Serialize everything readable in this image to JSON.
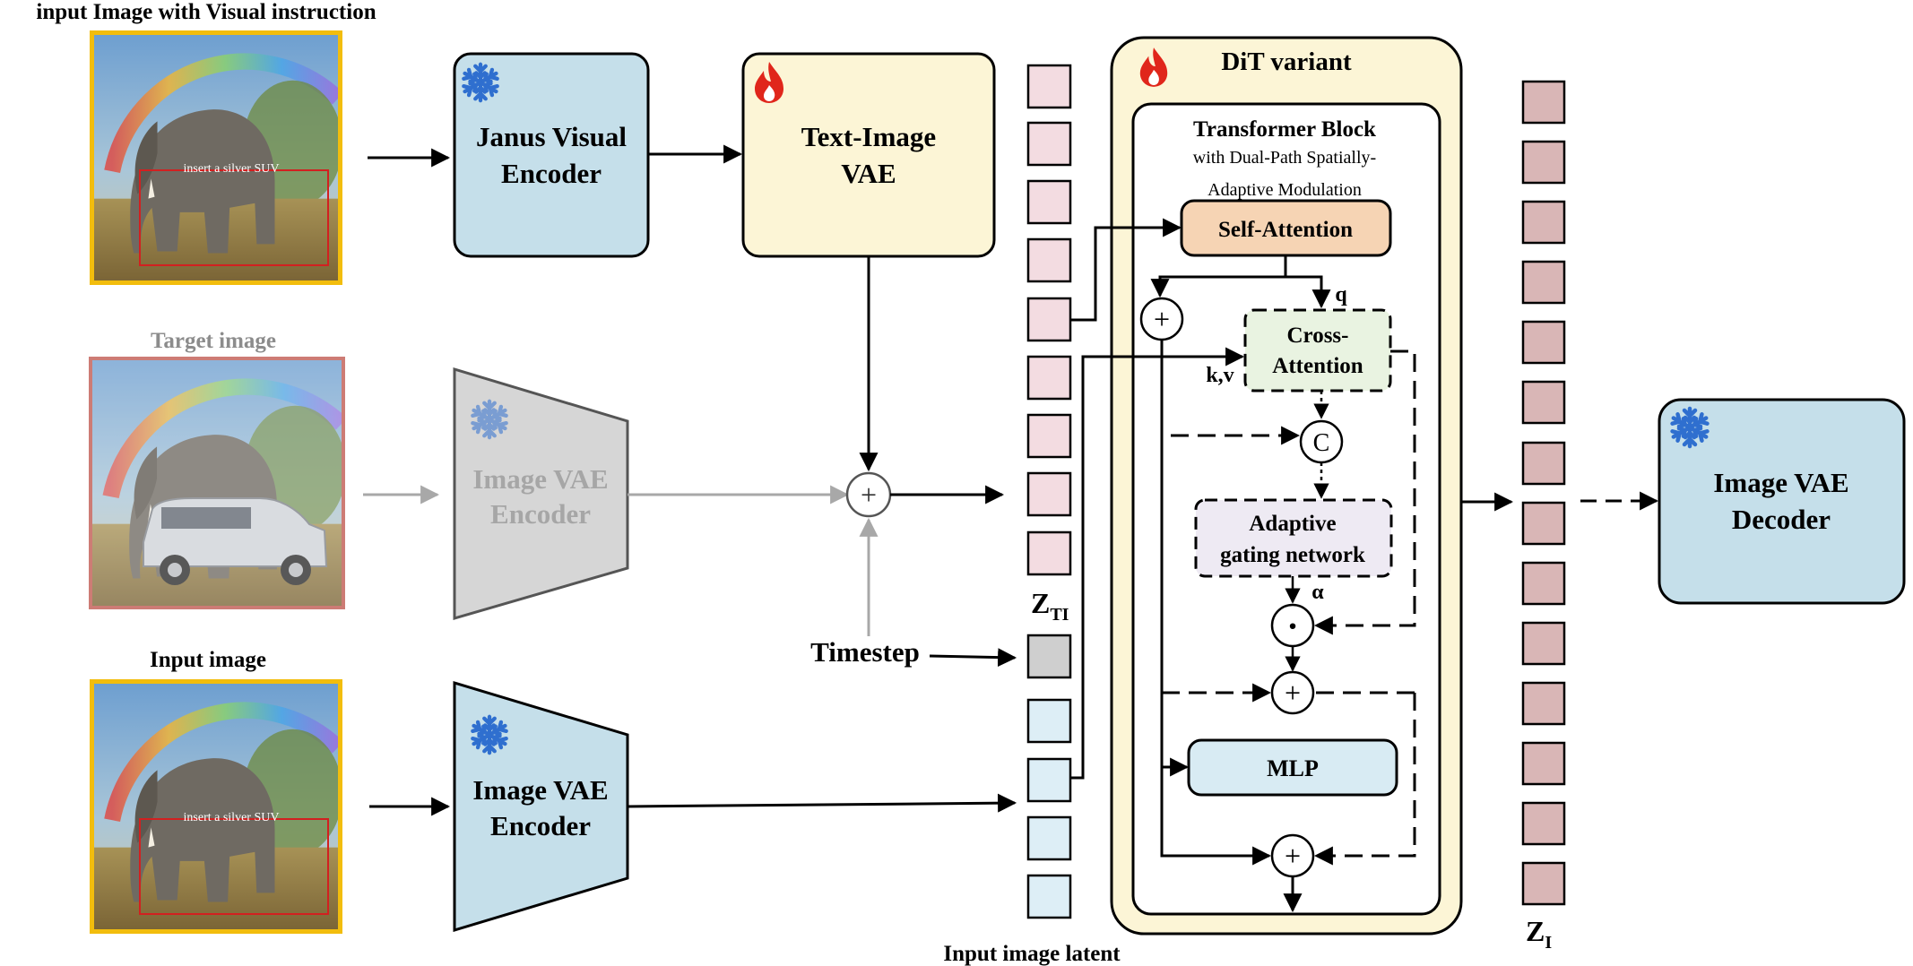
{
  "labels": {
    "input_visual_title": "input Image with Visual instruction",
    "target_title": "Target image",
    "input_title": "Input image",
    "overlay_caption": "insert a silver SUV",
    "janus_line1": "Janus Visual",
    "janus_line2": "Encoder",
    "tivae_line1": "Text-Image",
    "tivae_line2": "VAE",
    "vae_enc_line1": "Image VAE",
    "vae_enc_line2": "Encoder",
    "timestep": "Timestep",
    "z_ti_main": "Z",
    "z_ti_sub": "TI",
    "input_latent": "Input image latent",
    "dit_title": "DiT variant",
    "tb_title": "Transformer Block",
    "tb_sub1": "with Dual-Path Spatially-",
    "tb_sub2": "Adaptive Modulation",
    "self_attention": "Self-Attention",
    "q": "q",
    "kv": "k,v",
    "cross_line1": "Cross-",
    "cross_line2": "Attention",
    "concat": "C",
    "gating_line1": "Adaptive",
    "gating_line2": "gating network",
    "alpha": "α",
    "dot": "·",
    "plus": "+",
    "mlp": "MLP",
    "z_i_main": "Z",
    "z_i_sub": "I",
    "dec_line1": "Image VAE",
    "dec_line2": "Decoder"
  },
  "colors": {
    "frozen_blue": "#c5dfea",
    "trainable_yellow": "#fcf5d6",
    "encoder_gray": "#d6d6d6",
    "latent_pink": "#f3dce1",
    "latent_blue": "#ddeef6",
    "output_rose": "#d9b6b6",
    "timestep_gray": "#cfcfcf",
    "self_attention": "#f6d4b4",
    "cross_attention": "#e9f3e1",
    "gating": "#eeeaf3",
    "mlp": "#d8ebf3",
    "gold_frame": "#f2bd0d",
    "red_frame": "#c0584f",
    "flame": "#e0261b",
    "snowflake": "#2f6fcf"
  }
}
